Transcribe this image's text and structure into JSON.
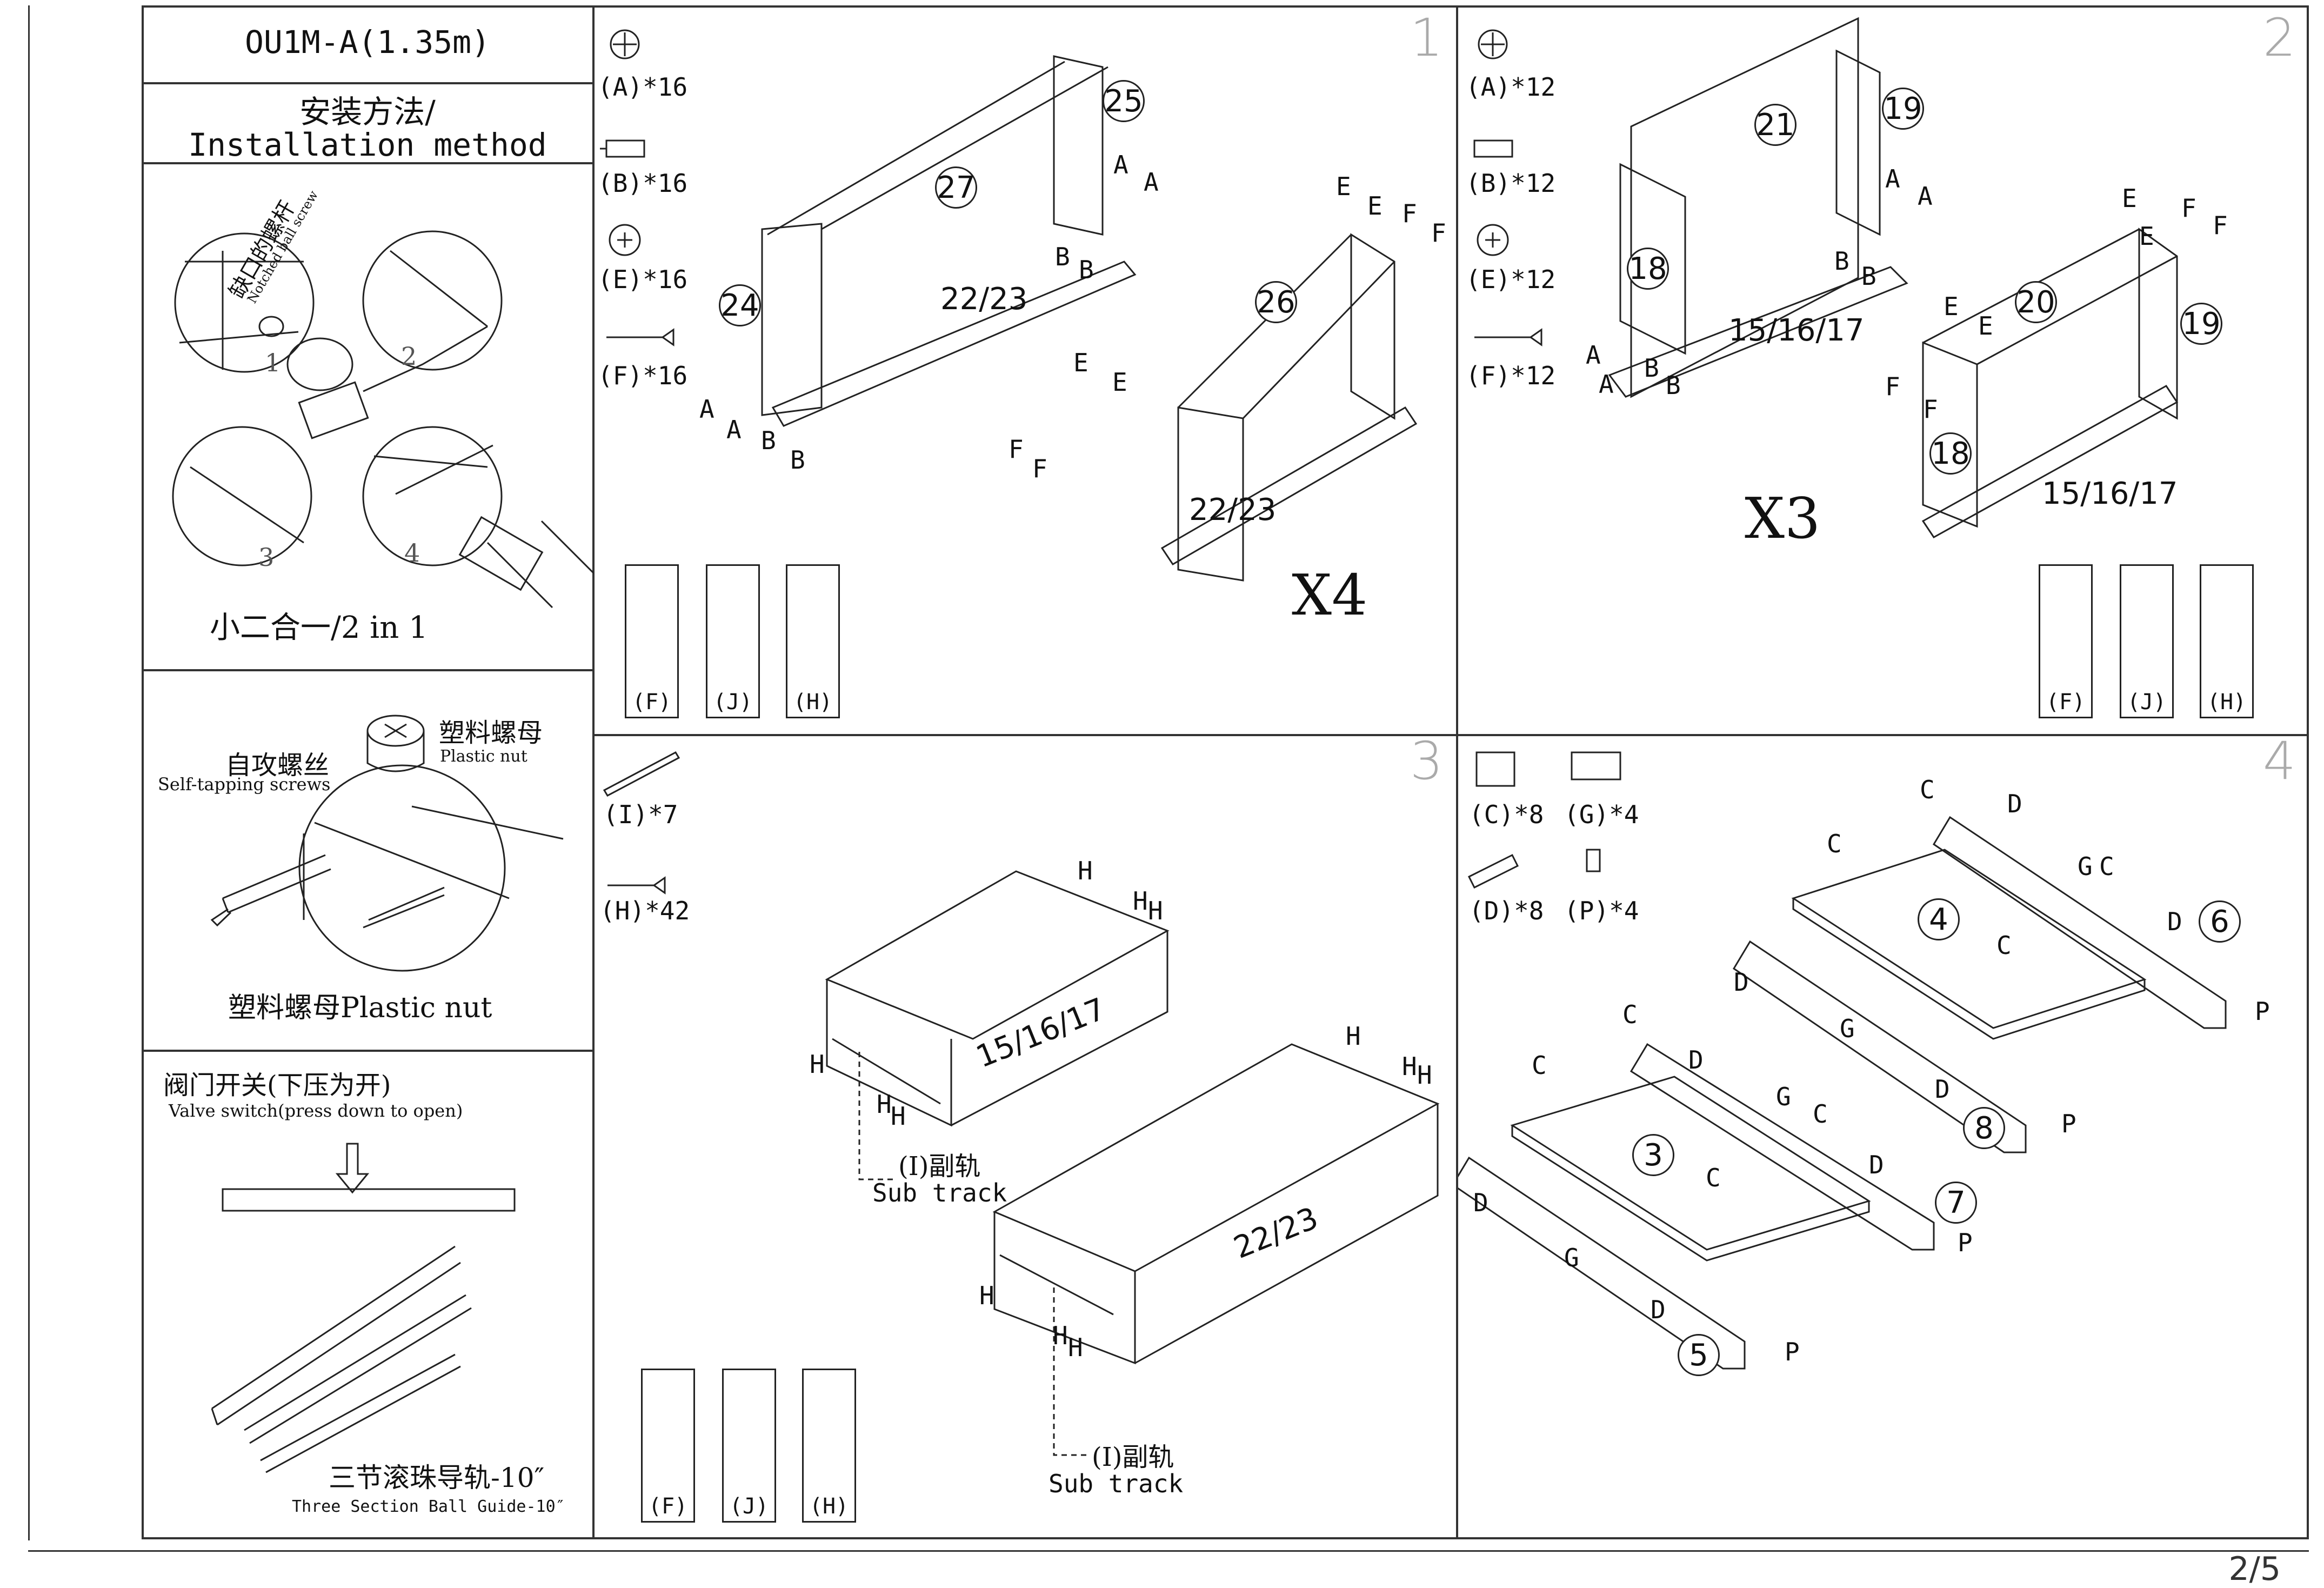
{
  "header": {
    "model": "OU1M-A(1.35m)",
    "title_cn": "安装方法/",
    "title_en": "Installation method"
  },
  "sidebar": {
    "two_in_one": {
      "step_labels": [
        "1",
        "2",
        "3",
        "4"
      ],
      "notched_label_cn": "缺口的螺杆",
      "notched_label_en": "Notched ball screw",
      "caption": "小二合一/2 in 1"
    },
    "plastic_nut": {
      "screw_cn": "自攻螺丝",
      "screw_en": "Self-tapping screws",
      "nut_cn": "塑料螺母",
      "nut_en": "Plastic nut",
      "caption": "塑料螺母Plastic nut"
    },
    "valve": {
      "title_cn": "阀门开关(下压为开)",
      "title_en": "Valve switch(press down to open)",
      "caption_cn": "三节滚珠导轨-10″",
      "caption_en": "Three Section Ball Guide-10″"
    }
  },
  "panels": {
    "p1": {
      "number": "1",
      "parts": [
        "(A)*16",
        "(B)*16",
        "(E)*16",
        "(F)*16"
      ],
      "boards": [
        "25",
        "27",
        "24",
        "22/23",
        "26",
        "22/23"
      ],
      "multiplier": "X4",
      "letters": [
        "A",
        "A",
        "B",
        "B",
        "A",
        "A",
        "B",
        "B",
        "E",
        "E",
        "F",
        "F",
        "E",
        "E",
        "F",
        "F"
      ],
      "screw_boxes": [
        "(F)",
        "(J)",
        "(H)"
      ]
    },
    "p2": {
      "number": "2",
      "parts": [
        "(A)*12",
        "(B)*12",
        "(E)*12",
        "(F)*12"
      ],
      "boards": [
        "21",
        "19",
        "18",
        "15/16/17",
        "20",
        "19",
        "18",
        "15/16/17"
      ],
      "multiplier": "X3",
      "letters": [
        "A",
        "A",
        "B",
        "B",
        "A",
        "A",
        "B",
        "B",
        "E",
        "E",
        "F",
        "F",
        "E",
        "E",
        "F",
        "F"
      ],
      "screw_boxes": [
        "(F)",
        "(J)",
        "(H)"
      ]
    },
    "p3": {
      "number": "3",
      "parts": [
        "(I)*7",
        "(H)*42"
      ],
      "boards": [
        "15/16/17",
        "22/23"
      ],
      "letters": [
        "H",
        "H",
        "H",
        "H",
        "H",
        "H",
        "H",
        "H",
        "H",
        "H",
        "H",
        "H"
      ],
      "subtrack_cn": "(I)副轨",
      "subtrack_en": "Sub track",
      "screw_boxes": [
        "(F)",
        "(J)",
        "(H)"
      ]
    },
    "p4": {
      "number": "4",
      "parts": [
        "(C)*8",
        "(G)*4",
        "(D)*8",
        "(P)*4"
      ],
      "boards": [
        "4",
        "6",
        "8",
        "3",
        "7",
        "5"
      ],
      "letters": [
        "C",
        "D",
        "C",
        "G",
        "C",
        "D",
        "C",
        "D",
        "G",
        "D",
        "P",
        "P",
        "C",
        "D",
        "C",
        "G",
        "C",
        "D",
        "C",
        "D",
        "G",
        "D",
        "P",
        "P"
      ]
    }
  },
  "footer": {
    "page": "2/5"
  }
}
